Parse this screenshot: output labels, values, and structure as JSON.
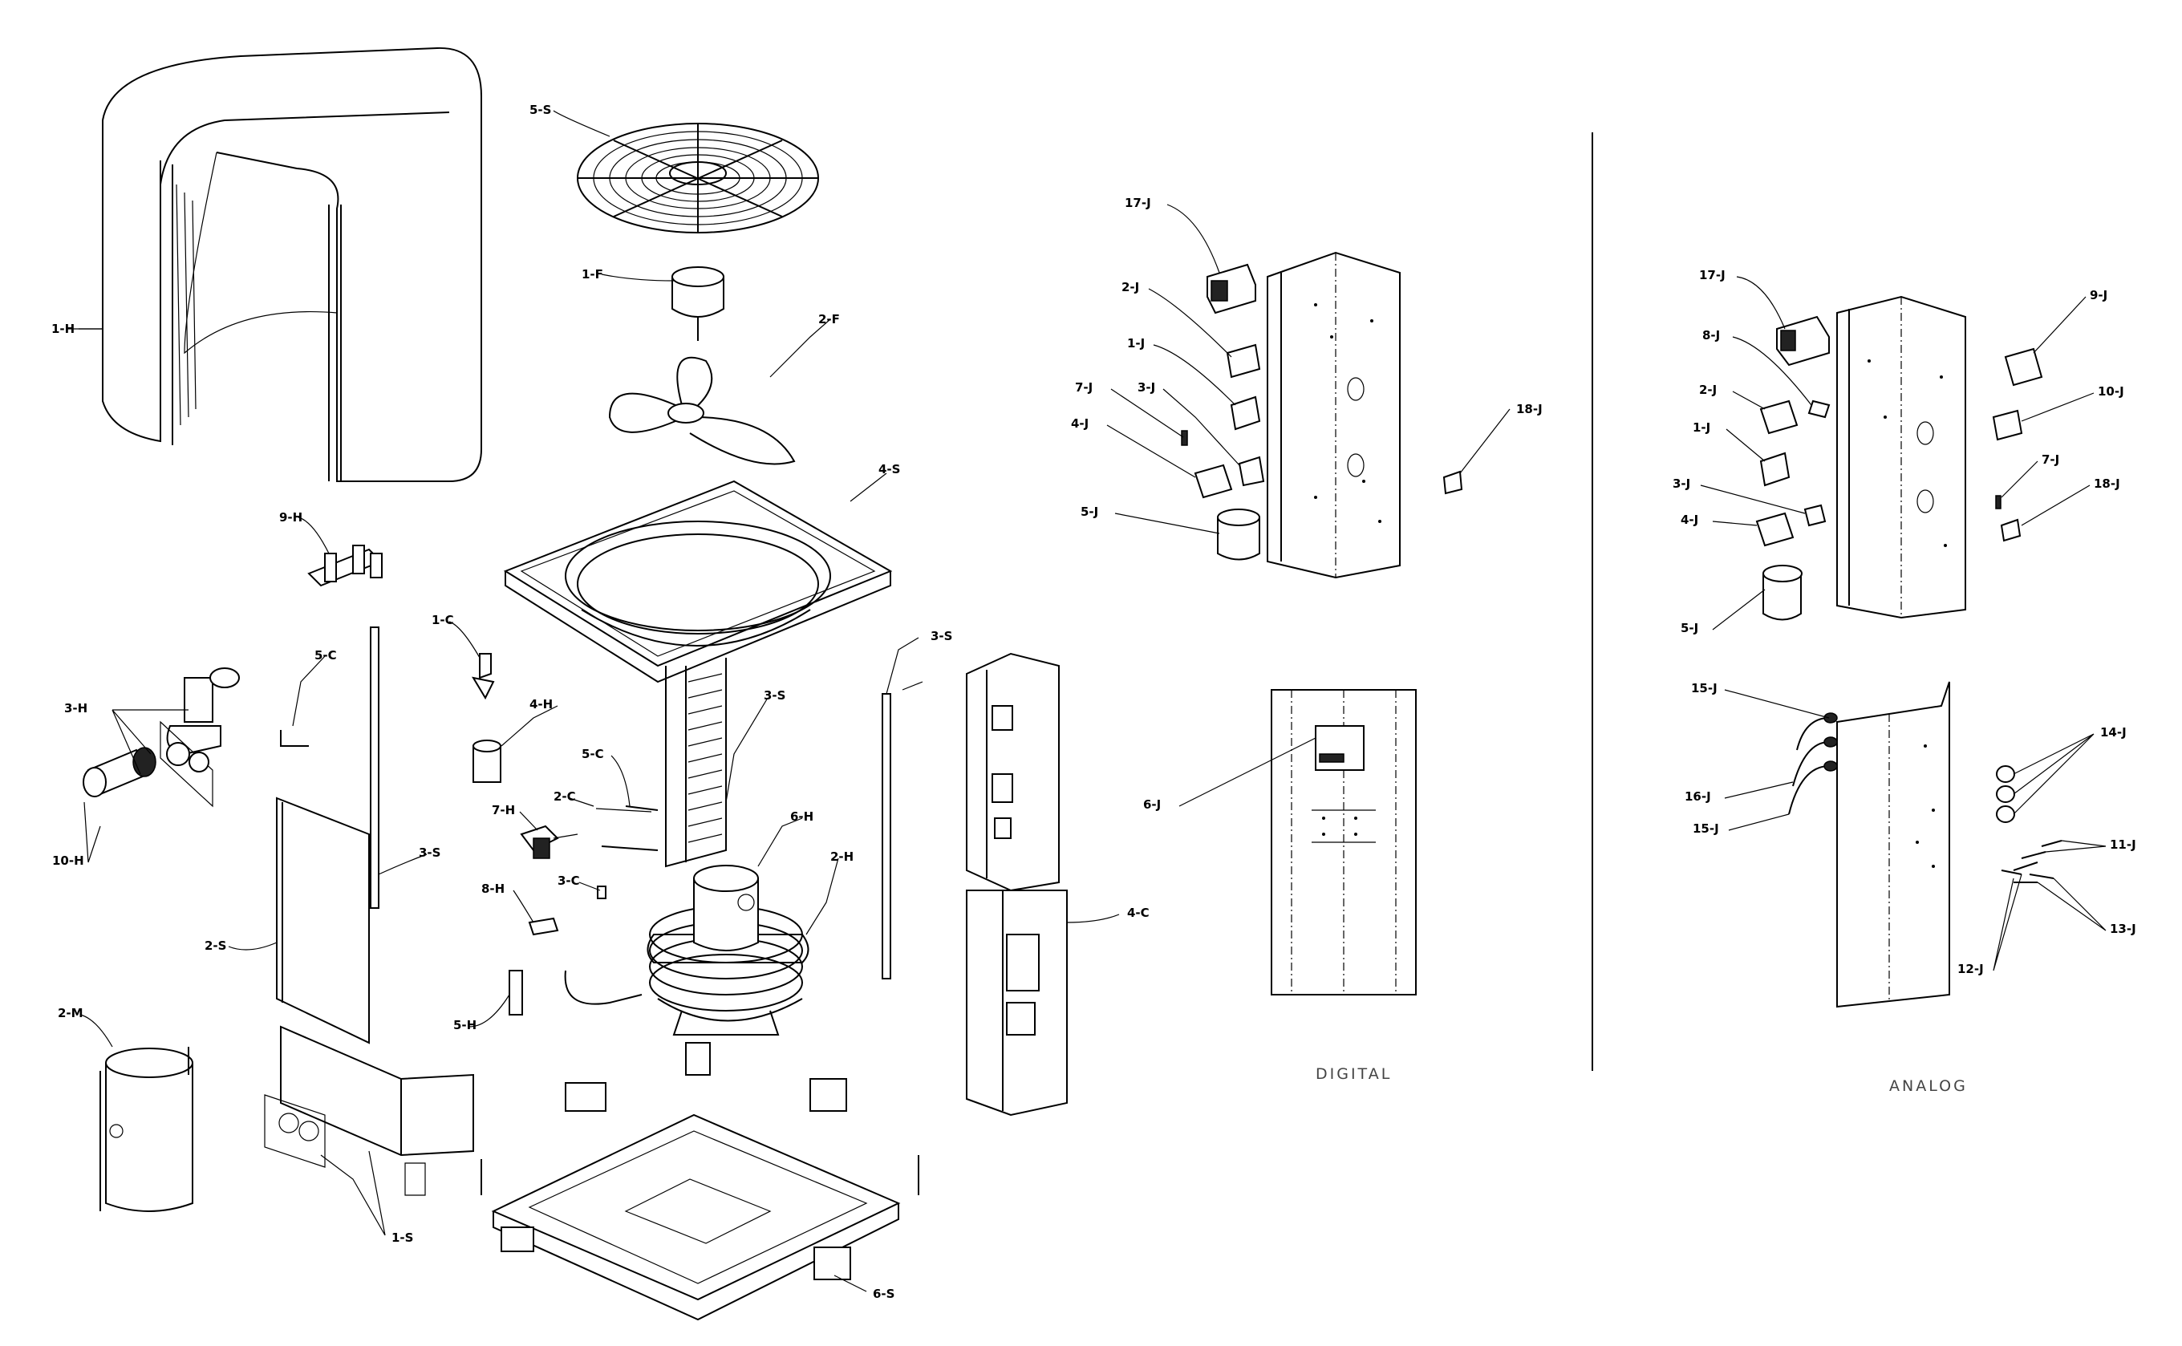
{
  "sections": {
    "digital_caption": "DIGITAL",
    "analog_caption": "ANALOG"
  },
  "labels": {
    "h1": "1-H",
    "s5": "5-S",
    "f1": "1-F",
    "f2": "2-F",
    "s4": "4-S",
    "h9": "9-H",
    "c1": "1-C",
    "c5a": "5-C",
    "h3": "3-H",
    "h4": "4-H",
    "h10": "10-H",
    "s3a": "3-S",
    "c5b": "5-C",
    "c2": "2-C",
    "h7": "7-H",
    "h6": "6-H",
    "h2": "2-H",
    "s3b": "3-S",
    "s3c": "3-S",
    "c3": "3-C",
    "h8": "8-H",
    "s2": "2-S",
    "h5": "5-H",
    "c4": "4-C",
    "m2": "2-M",
    "s1": "1-S",
    "s6": "6-S",
    "d17j": "17-J",
    "d2j": "2-J",
    "d1j": "1-J",
    "d7j": "7-J",
    "d3j": "3-J",
    "d4j": "4-J",
    "d5j": "5-J",
    "d18j": "18-J",
    "d6j": "6-J",
    "a17j": "17-J",
    "a8j": "8-J",
    "a9j": "9-J",
    "a2j": "2-J",
    "a10j": "10-J",
    "a1j": "1-J",
    "a7j": "7-J",
    "a3j": "3-J",
    "a18j": "18-J",
    "a4j": "4-J",
    "a5j": "5-J",
    "a15ja": "15-J",
    "a14j": "14-J",
    "a16j": "16-J",
    "a15jb": "15-J",
    "a11j": "11-J",
    "a13j": "13-J",
    "a12j": "12-J"
  }
}
